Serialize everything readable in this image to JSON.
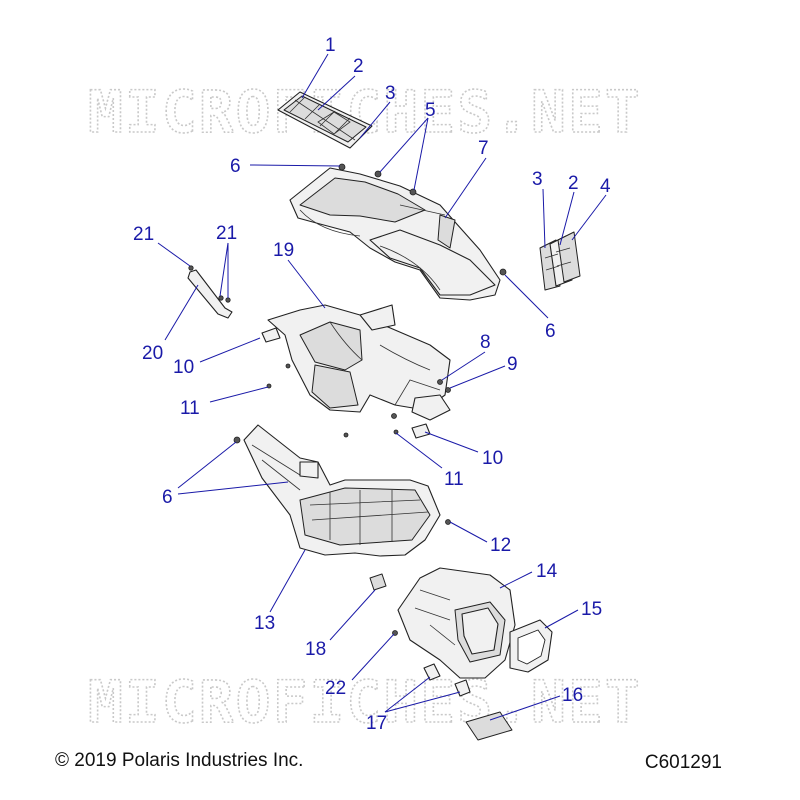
{
  "watermark": "MICROFICHES.NET",
  "footer": {
    "copyright": "© 2019 Polaris Industries Inc.",
    "diagram_code": "C601291"
  },
  "callouts": [
    {
      "id": "c1",
      "label": "1"
    },
    {
      "id": "c2a",
      "label": "2"
    },
    {
      "id": "c3a",
      "label": "3"
    },
    {
      "id": "c5",
      "label": "5"
    },
    {
      "id": "c6a",
      "label": "6"
    },
    {
      "id": "c7",
      "label": "7"
    },
    {
      "id": "c3b",
      "label": "3"
    },
    {
      "id": "c2b",
      "label": "2"
    },
    {
      "id": "c4",
      "label": "4"
    },
    {
      "id": "c21a",
      "label": "21"
    },
    {
      "id": "c21b",
      "label": "21"
    },
    {
      "id": "c19",
      "label": "19"
    },
    {
      "id": "c6b",
      "label": "6"
    },
    {
      "id": "c20",
      "label": "20"
    },
    {
      "id": "c10a",
      "label": "10"
    },
    {
      "id": "c8",
      "label": "8"
    },
    {
      "id": "c9",
      "label": "9"
    },
    {
      "id": "c11a",
      "label": "11"
    },
    {
      "id": "c10b",
      "label": "10"
    },
    {
      "id": "c11b",
      "label": "11"
    },
    {
      "id": "c6c",
      "label": "6"
    },
    {
      "id": "c12",
      "label": "12"
    },
    {
      "id": "c14",
      "label": "14"
    },
    {
      "id": "c15",
      "label": "15"
    },
    {
      "id": "c13",
      "label": "13"
    },
    {
      "id": "c18",
      "label": "18"
    },
    {
      "id": "c22",
      "label": "22"
    },
    {
      "id": "c16",
      "label": "16"
    },
    {
      "id": "c17",
      "label": "17"
    }
  ]
}
